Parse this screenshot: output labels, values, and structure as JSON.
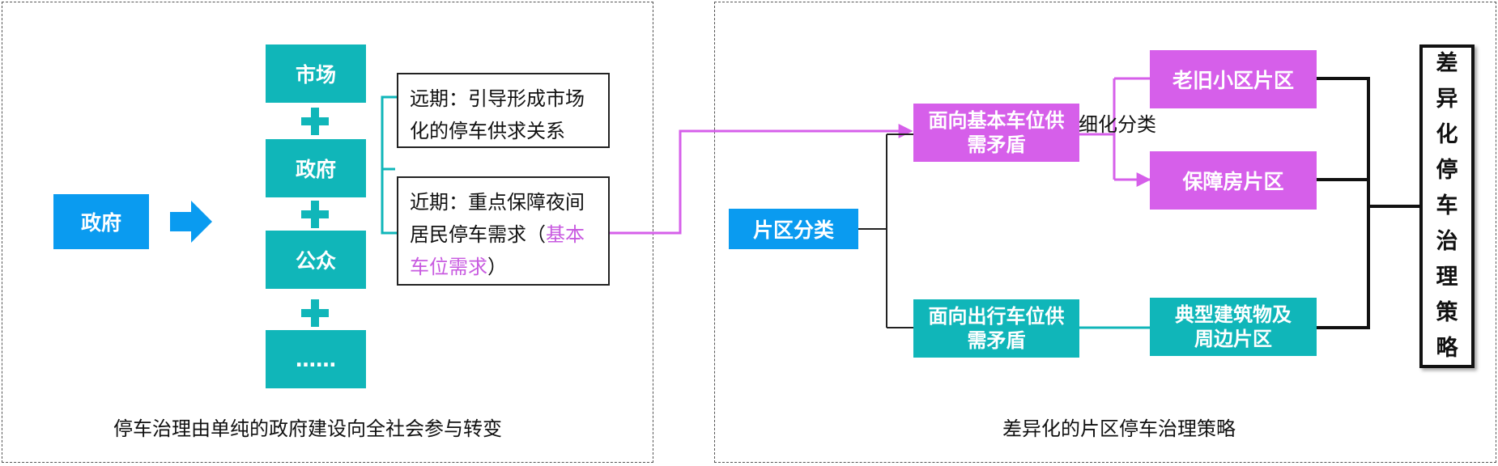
{
  "left": {
    "gov_label": "政府",
    "stack": [
      "市场",
      "政府",
      "公众",
      "……"
    ],
    "far_prefix": "远期：",
    "far_text": "引导形成市场化的停车供求关系",
    "near_prefix": "近期：",
    "near_text": "重点保障夜间居民停车需求（",
    "near_highlight": "基本车位需求",
    "near_suffix": "）",
    "caption": "停车治理由单纯的政府建设向全社会参与转变"
  },
  "right": {
    "zone_label": "片区分类",
    "basic_label": "面向基本车位供需矛盾",
    "travel_label": "面向出行车位供需矛盾",
    "refine_label": "细化分类",
    "old_label": "老旧小区片区",
    "housing_label": "保障房片区",
    "building_label": "典型建筑物及周边片区",
    "result_label": "差异化停车治理策略",
    "caption": "差异化的片区停车治理策略"
  },
  "colors": {
    "teal": "#10b6b9",
    "blue": "#0a9bf0",
    "magenta": "#d65fea",
    "highlight": "#c85ae0"
  }
}
